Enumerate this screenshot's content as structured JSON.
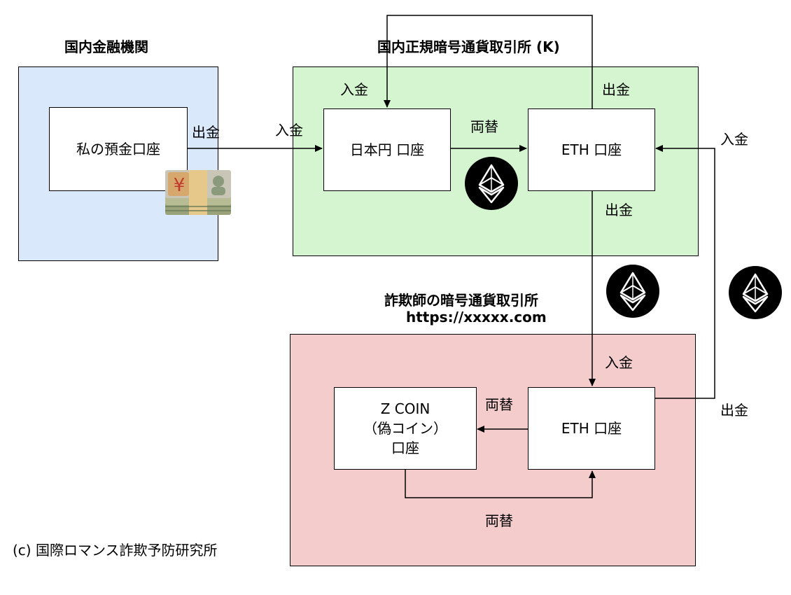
{
  "domestic_bank": {
    "title": "国内金融機関",
    "account": "私の預金口座",
    "color": "#dae8fc"
  },
  "legit_exchange": {
    "title": "国内正規暗号通貨取引所 (K)",
    "jpy_account": "日本円 口座",
    "eth_account": "ETH 口座",
    "color": "#d5f5d0"
  },
  "scam_exchange": {
    "title_line1": "詐欺師の暗号通貨取引所",
    "title_line2": "https://xxxxx.com",
    "zcoin_line1": "Z COIN",
    "zcoin_line2": "（偽コイン）",
    "zcoin_line3": "口座",
    "eth_account": "ETH 口座",
    "color": "#f4cccc"
  },
  "labels": {
    "bank_withdraw": "出金",
    "jpy_deposit": "入金",
    "top_deposit": "入金",
    "top_withdraw": "出金",
    "exchange_top": "両替",
    "eth_withdraw": "出金",
    "right_deposit": "入金",
    "scam_deposit": "入金",
    "scam_exchange_mid": "両替",
    "right_withdraw": "出金",
    "scam_exchange_bottom": "両替"
  },
  "icons": {
    "money": "yen-banknote-icon",
    "eth": "ethereum-icon"
  },
  "footer": {
    "copyright": "(c) 国際ロマンス詐欺予防研究所"
  }
}
